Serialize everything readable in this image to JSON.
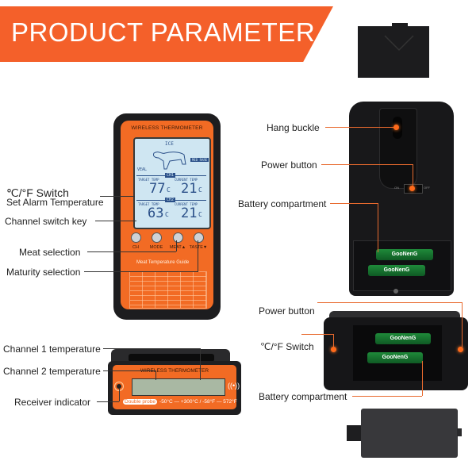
{
  "banner": {
    "title": "PRODUCT PARAMETER",
    "color": "#f4602a"
  },
  "transmitter": {
    "brand": "WIRELESS THERMOMETER",
    "lcd": {
      "top_icon": "ICE",
      "meat_label": "VEAL",
      "doneness_badge": "MED RARE",
      "channel1": {
        "badge": "CH1",
        "target_label": "TARGET TEMP",
        "current_label": "CURRENT TEMP",
        "target_value": "77",
        "current_value": "21",
        "unit": "C"
      },
      "channel2": {
        "badge": "CH2",
        "target_label": "TARGET TEMP",
        "current_label": "CURRENT TEMP",
        "target_value": "63",
        "current_value": "21",
        "unit": "C"
      }
    },
    "buttons": [
      {
        "label": "CH"
      },
      {
        "label": "MODE"
      },
      {
        "label": "MEAT▲"
      },
      {
        "label": "TASTE▼"
      }
    ],
    "guide_title": "Meat Temperature Guide"
  },
  "left_labels": {
    "unit_switch": "℃/°F Switch",
    "set_alarm": "Set Alarm Temperature",
    "channel_switch": "Channel switch key",
    "meat_selection": "Meat selection",
    "maturity_selection": "Maturity selection"
  },
  "receiver": {
    "brand": "WIRELESS THERMOMETER",
    "tag_pill": "Double probe",
    "range": "-50°C — +300°C / -58°F — 572°F",
    "labels": {
      "channel1": "Channel 1 temperature",
      "channel2": "Channel 2 temperature",
      "receiver_indicator": "Receiver indicator"
    }
  },
  "back_view": {
    "labels": {
      "hang_buckle": "Hang buckle",
      "power_button": "Power button",
      "battery_compartment": "Battery compartment"
    },
    "switch_left": "ON",
    "switch_right": "OFF",
    "battery_brand": "GooNenG"
  },
  "side_view": {
    "labels": {
      "power_button": "Power button",
      "unit_switch": "℃/°F Switch",
      "battery_compartment": "Battery compartment"
    },
    "battery_brand": "GooNenG"
  },
  "colors": {
    "accent": "#f26b24",
    "device_body": "#1d1d1f",
    "lcd": "#cfe6f2",
    "leader_orange": "#e86a2e",
    "battery_green": "#1f8a3a"
  }
}
